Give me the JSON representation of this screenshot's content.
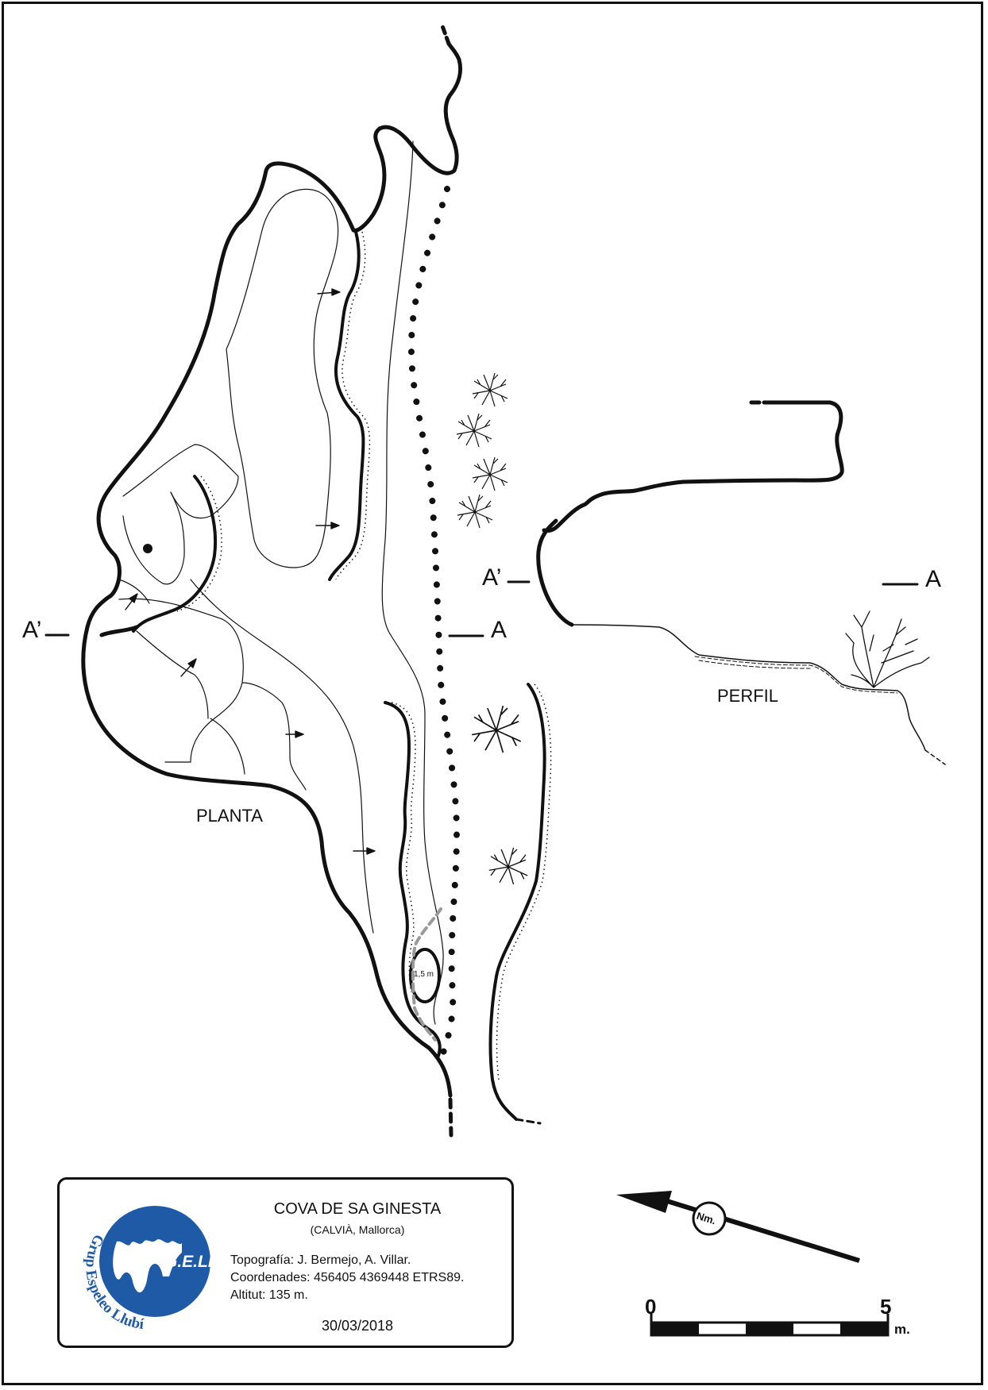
{
  "survey": {
    "plan_label": "PLANTA",
    "profile_label": "PERFIL",
    "section_labels": {
      "plan_left": "A’",
      "plan_right": "A",
      "profile_left": "A’",
      "profile_right": "A"
    },
    "shaft_depth_label": "1,5 m"
  },
  "info": {
    "title": "COVA DE SA GINESTA",
    "location": "(CALVIÀ, Mallorca)",
    "topography": "Topografía: J. Bermejo, A. Villar.",
    "coordinates": "Coordenades: 456405 4369448 ETRS89.",
    "altitude": "Altitut: 135 m.",
    "date": "30/03/2018"
  },
  "logo": {
    "initials": "G.E.LL.",
    "arc_text": "Grup Espeleo Llubí",
    "color": "#1f5aa6"
  },
  "north": {
    "label": "Nm."
  },
  "scale": {
    "start": "0",
    "end": "5",
    "unit": "m."
  }
}
